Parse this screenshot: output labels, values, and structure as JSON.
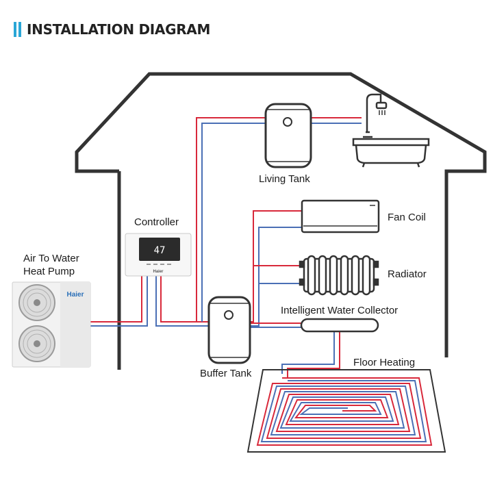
{
  "header": {
    "title": "INSTALLATION DIAGRAM",
    "accent_color": "#2aa6d6"
  },
  "labels": {
    "heat_pump_line1": "Air To Water",
    "heat_pump_line2": "Heat Pump",
    "controller": "Controller",
    "living_tank": "Living Tank",
    "fan_coil": "Fan Coil",
    "radiator": "Radiator",
    "collector": "Intelligent Water Collector",
    "floor_heating": "Floor Heating",
    "buffer_tank": "Buffer Tank"
  },
  "devices": {
    "heat_pump_brand": "Haier",
    "controller_brand": "Haier",
    "controller_display": "47"
  },
  "colors": {
    "hot_pipe": "#d8283a",
    "cold_pipe": "#4a6fb5",
    "outline": "#333333"
  }
}
